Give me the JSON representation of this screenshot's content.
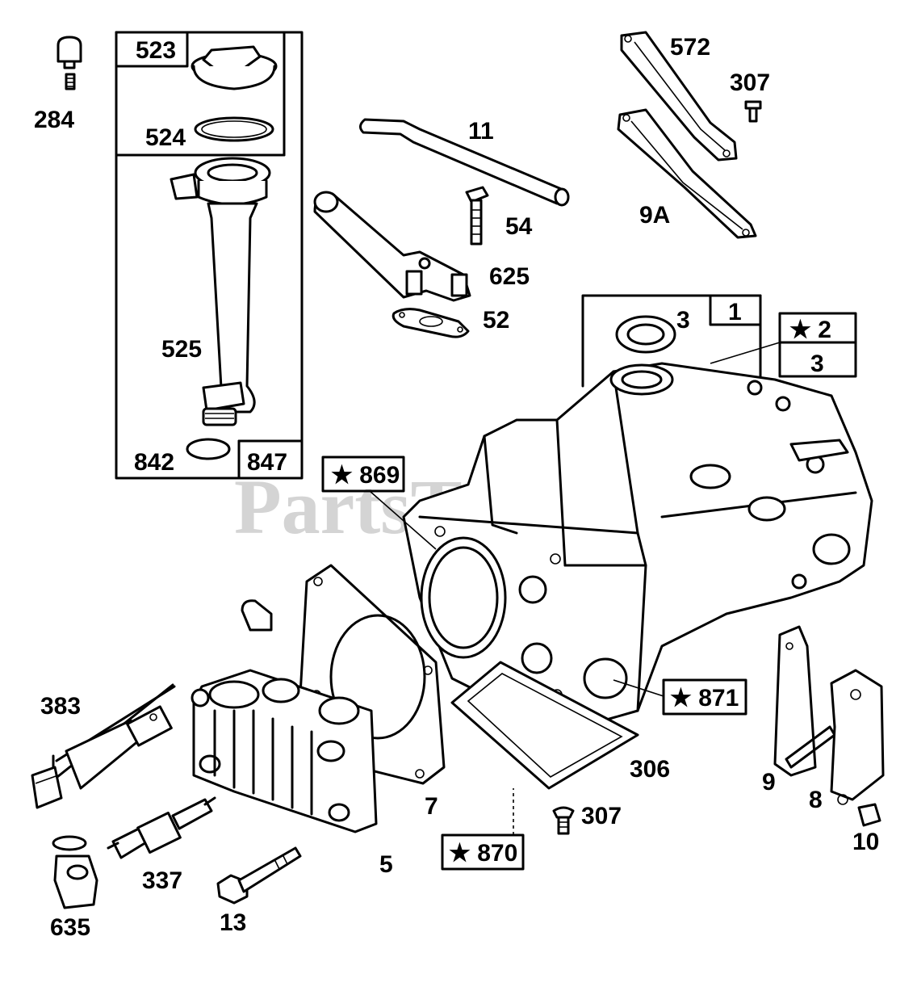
{
  "watermark": "PartsTree",
  "callouts": {
    "p284": "284",
    "p523": "523",
    "p524": "524",
    "p525": "525",
    "p842": "842",
    "p847": "847",
    "p11": "11",
    "p54": "54",
    "p625": "625",
    "p52": "52",
    "p572": "572",
    "p307a": "307",
    "p9a": "9A",
    "p1": "1",
    "p3a": "3",
    "p2": "★ 2",
    "p3b": "3",
    "p869": "★ 869",
    "p871": "★ 871",
    "p383": "383",
    "p7": "7",
    "p306": "306",
    "p9": "9",
    "p8": "8",
    "p10": "10",
    "p307b": "307",
    "p870": "★ 870",
    "p5": "5",
    "p337": "337",
    "p13": "13",
    "p635": "635"
  }
}
